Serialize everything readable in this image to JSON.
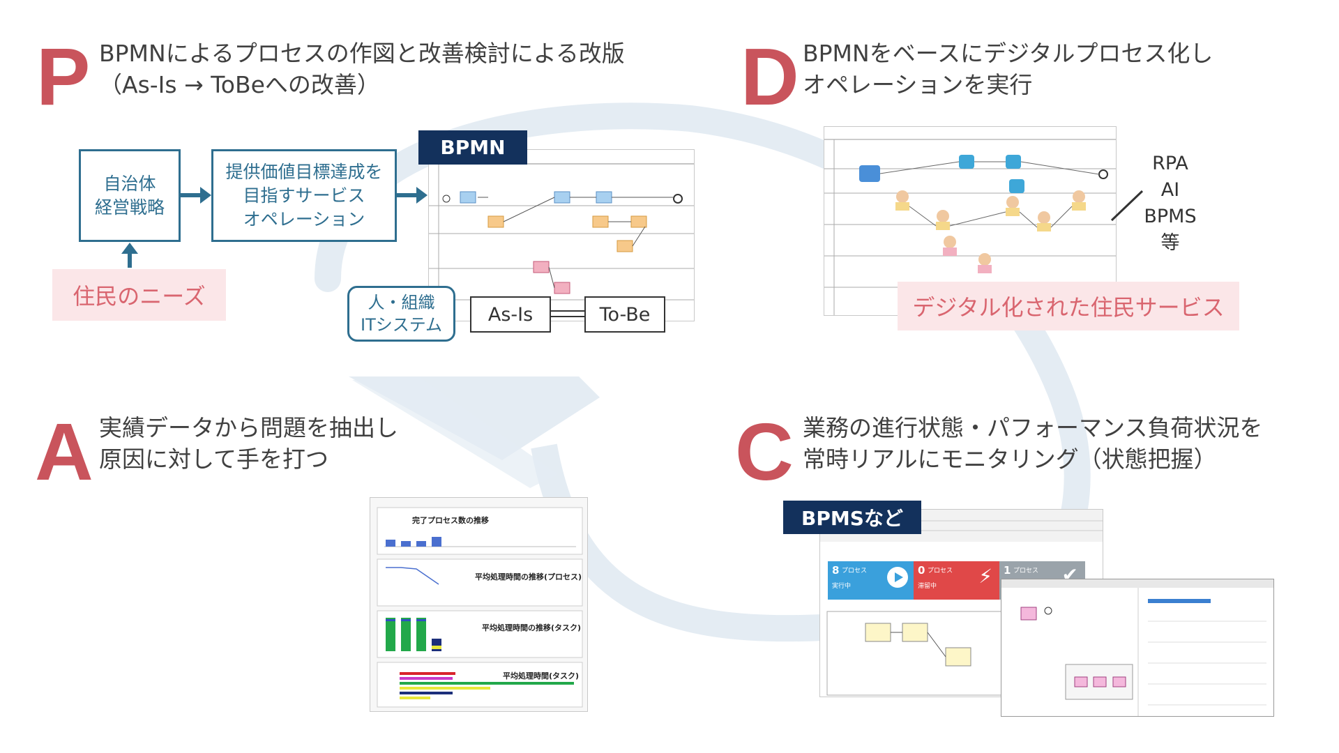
{
  "colors": {
    "accent_red": "#c9545c",
    "navy": "#13315c",
    "box_blue": "#2e6e8f",
    "pink_bg": "#fbe6e8",
    "pink_text": "#d9656f",
    "cycle_arrow": "#e1eaf2"
  },
  "plan": {
    "letter": "P",
    "heading_line1": "BPMNによるプロセスの作図と改善検討による改版",
    "heading_line2": "（As-Is → ToBeへの改善）",
    "box_strategy": "自治体\n経営戦略",
    "box_service": "提供価値目標達成を\n目指すサービス\nオペレーション",
    "needs_label": "住民のニーズ",
    "bpmn_tag": "BPMN",
    "people_box": "人・組織\nITシステム",
    "asis_label": "As-Is",
    "tobe_label": "To-Be"
  },
  "do": {
    "letter": "D",
    "heading_line1": "BPMNをベースにデジタルプロセス化し",
    "heading_line2": "オペレーションを実行",
    "tools": [
      "RPA",
      "AI",
      "BPMS等"
    ],
    "service_label": "デジタル化された住民サービス"
  },
  "act": {
    "letter": "A",
    "heading_line1": "実績データから問題を抽出し",
    "heading_line2": "原因に対して手を打つ",
    "charts": [
      {
        "title": "完了プロセス数の推移"
      },
      {
        "title": "平均処理時間の推移(プロセス)"
      },
      {
        "title": "平均処理時間の推移(タスク)"
      },
      {
        "title": "平均処理時間(タスク)"
      }
    ]
  },
  "check": {
    "letter": "C",
    "heading_line1": "業務の進行状態・パフォーマンス負荷状況を",
    "heading_line2": "常時リアルにモニタリング（状態把握）",
    "bpms_tag": "BPMSなど",
    "tiles": [
      {
        "count": "8",
        "label": "プロセス",
        "status": "実行中",
        "color": "#3aa0dc"
      },
      {
        "count": "0",
        "label": "プロセス",
        "status": "滞留中",
        "color": "#e04848"
      },
      {
        "count": "1",
        "label": "プロセス",
        "status": "",
        "color": "#9aa3aa"
      }
    ]
  }
}
